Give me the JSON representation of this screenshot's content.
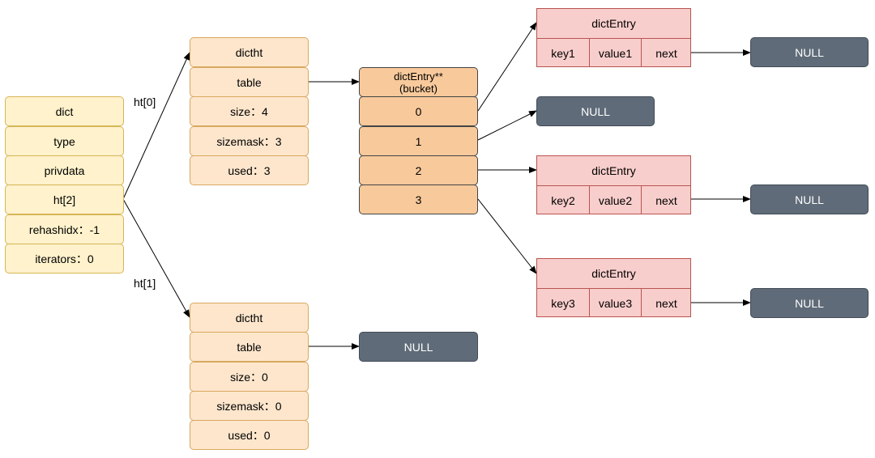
{
  "dict": {
    "fields": [
      "dict",
      "type",
      "privdata",
      "ht[2]",
      "rehashidx：-1",
      "iterators：0"
    ]
  },
  "links": {
    "ht0": "ht[0]",
    "ht1": "ht[1]"
  },
  "ht0": {
    "fields": [
      "dictht",
      "table",
      "size：4",
      "sizemask：3",
      "used：3"
    ]
  },
  "ht1": {
    "fields": [
      "dictht",
      "table",
      "size：0",
      "sizemask：0",
      "used：0"
    ]
  },
  "buckets": {
    "header_line1": "dictEntry**",
    "header_line2": "(bucket)",
    "slots": [
      "0",
      "1",
      "2",
      "3"
    ]
  },
  "entries": [
    {
      "title": "dictEntry",
      "key": "key1",
      "value": "value1",
      "next": "next"
    },
    {
      "title": "dictEntry",
      "key": "key2",
      "value": "value2",
      "next": "next"
    },
    {
      "title": "dictEntry",
      "key": "key3",
      "value": "value3",
      "next": "next"
    }
  ],
  "null_label": "NULL",
  "colors": {
    "dict_fill": "#fff2cc",
    "dict_border": "#d6b656",
    "ht_fill": "#fde6cc",
    "bucket_fill": "#f7c99b",
    "entry_fill": "#f8cecc",
    "entry_border": "#b85450",
    "null_fill": "#5f6b78",
    "null_text": "#ffffff"
  }
}
